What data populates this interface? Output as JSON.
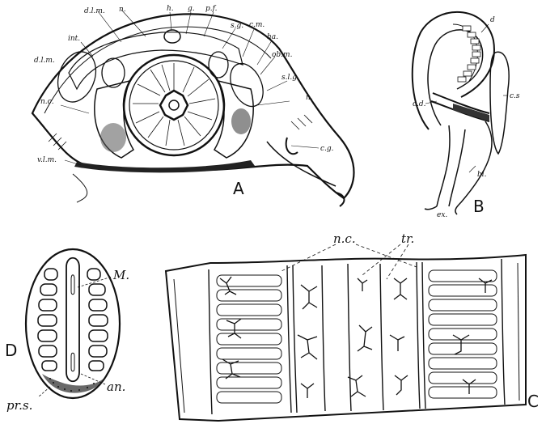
{
  "panels": [
    {
      "id": "A",
      "label": "A"
    },
    {
      "id": "B",
      "label": "B"
    },
    {
      "id": "C",
      "label": "C"
    },
    {
      "id": "D",
      "label": "D"
    }
  ],
  "labels_A": [
    "d.l.m.",
    "n.",
    "h.",
    "g.",
    "p.f.",
    "s.g.",
    "c.m.",
    "ha.",
    "ob.m.",
    "int.",
    "d.l.m.",
    "s.l.g.",
    "n.c.",
    "n.",
    "c.g.",
    "v.l.m."
  ],
  "labels_B": [
    "d",
    "c.s",
    "c.d.",
    "bl.",
    "ex."
  ],
  "labels_C": [
    "n.c.",
    "tr."
  ],
  "labels_D": [
    "M.",
    "an.",
    "pr.s."
  ]
}
